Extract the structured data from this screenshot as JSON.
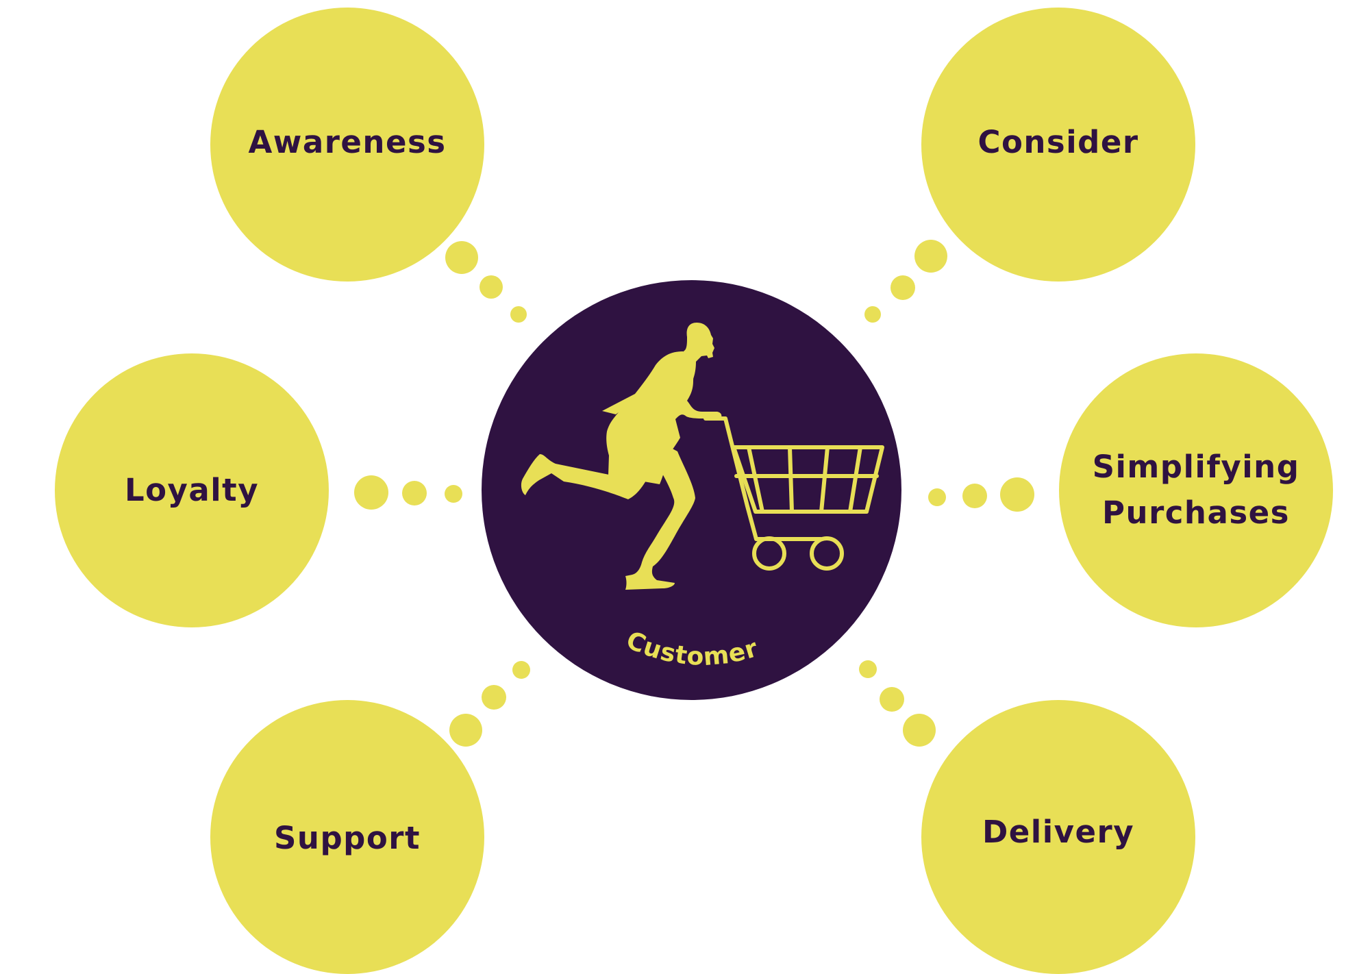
{
  "diagram": {
    "center_label": "Customer",
    "stages": [
      {
        "id": "awareness",
        "label": "Awareness"
      },
      {
        "id": "consider",
        "label": "Consider"
      },
      {
        "id": "loyalty",
        "label": "Loyalty"
      },
      {
        "id": "simplify",
        "label": "Simplifying Purchases"
      },
      {
        "id": "support",
        "label": "Support"
      },
      {
        "id": "delivery",
        "label": "Delivery"
      }
    ]
  },
  "colors": {
    "stage_fill": "#e8df56",
    "hub_fill": "#2f1241",
    "text": "#2f1241",
    "icon": "#e8df56"
  },
  "icons": {
    "hub": "shopper-pushing-cart-icon"
  }
}
